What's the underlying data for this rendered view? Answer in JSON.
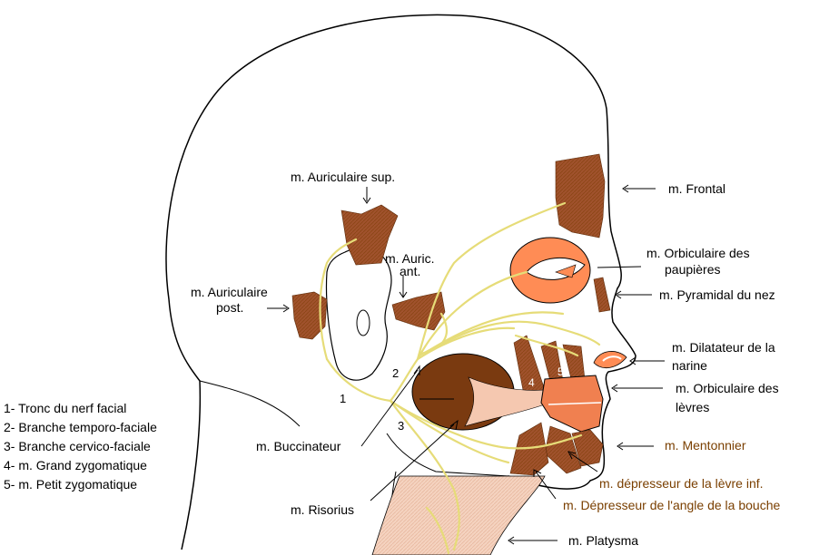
{
  "labels": {
    "auriculaire_sup": "m. Auriculaire sup.",
    "auric_ant_1": "m. Auric.",
    "auric_ant_2": "ant.",
    "auriculaire_post_1": "m. Auriculaire",
    "auriculaire_post_2": "post.",
    "frontal": "m. Frontal",
    "orbiculaire_paupieres_1": "m. Orbiculaire des",
    "orbiculaire_paupieres_2": "paupières",
    "pyramidal": "m. Pyramidal du nez",
    "dilatateur_1": "m. Dilatateur de la",
    "dilatateur_2": "narine",
    "orbiculaire_levres_1": "m. Orbiculaire des",
    "orbiculaire_levres_2": "lèvres",
    "mentonnier": "m. Mentonnier",
    "depresseur_levre": "m. dépresseur de la lèvre  inf.",
    "depresseur_angle": "m. Dépresseur de l'angle de la bouche",
    "buccinateur": "m. Buccinateur",
    "risorius": "m. Risorius",
    "platysma": "m. Platysma"
  },
  "numbers": {
    "n1": "1",
    "n2": "2",
    "n3": "3",
    "n4": "4",
    "n5": "5"
  },
  "legend": [
    "1- Tronc du nerf facial",
    "2- Branche temporo-faciale",
    "3- Branche cervico-faciale",
    "4- m. Grand zygomatique",
    "5- m. Petit zygomatique"
  ],
  "colors": {
    "muscle": "#a0522d",
    "muscle_light": "#ff8c55",
    "nerve": "#e6dc78",
    "outline": "#000000",
    "platysma": "#f5d3c0",
    "buccinator": "#7a3a10",
    "lips": "#f08050"
  }
}
